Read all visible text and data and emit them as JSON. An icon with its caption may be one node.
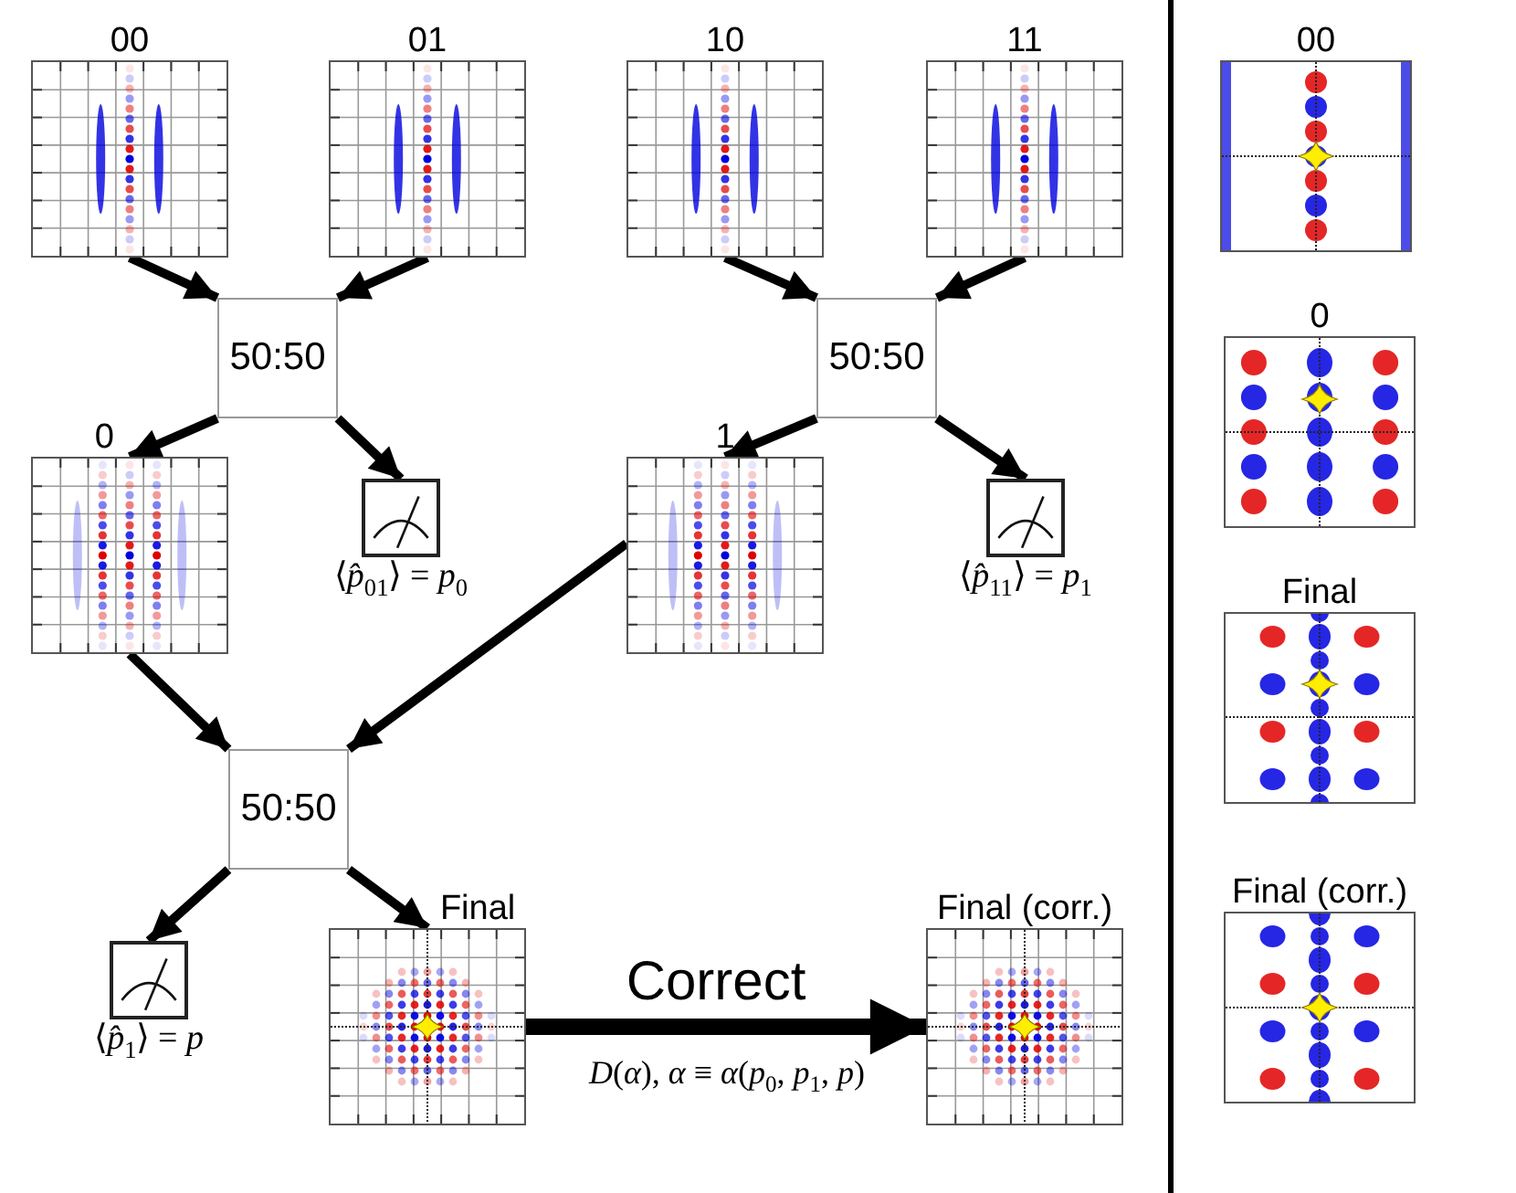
{
  "diagram": {
    "nodes": [
      {
        "text": [
          "00"
        ]
      },
      {
        "text": [
          "01"
        ]
      },
      {
        "text": [
          "10"
        ]
      },
      {
        "text": [
          "11"
        ]
      },
      {
        "text": [
          "50:50"
        ]
      },
      {
        "text": [
          "50:50"
        ]
      },
      {
        "text": [
          "0"
        ]
      },
      {
        "text": [
          "⟨*p̂*$_{01}$⟩ = *p*$_{0}$"
        ]
      },
      {
        "text": [
          "1"
        ]
      },
      {
        "text": [
          "⟨*p̂*$_{11}$⟩ = *p*$_{1}$"
        ]
      },
      {
        "text": [
          "50:50"
        ]
      },
      {
        "text": [
          "⟨*p̂*$_{1}$⟩ = *p*"
        ]
      },
      {
        "text": [
          "Final"
        ]
      },
      {
        "text": [
          "Final (corr.)"
        ]
      },
      {
        "text": [
          "00"
        ]
      },
      {
        "text": [
          "0"
        ]
      },
      {
        "text": [
          "Final"
        ]
      },
      {
        "text": [
          "Final (corr.)"
        ]
      }
    ],
    "edges": [
      {
        "from": 0,
        "to": 4,
        "arrow": "to"
      },
      {
        "from": 1,
        "to": 4,
        "arrow": "to"
      },
      {
        "from": 2,
        "to": 5,
        "arrow": "to"
      },
      {
        "from": 3,
        "to": 5,
        "arrow": "to"
      },
      {
        "from": 4,
        "to": 6,
        "arrow": "to"
      },
      {
        "from": 4,
        "to": 7,
        "arrow": "to"
      },
      {
        "from": 5,
        "to": 8,
        "arrow": "to"
      },
      {
        "from": 5,
        "to": 9,
        "arrow": "to"
      },
      {
        "from": 6,
        "to": 10,
        "arrow": "to"
      },
      {
        "from": 8,
        "to": 10,
        "arrow": "to"
      },
      {
        "from": 10,
        "to": 11,
        "arrow": "to"
      },
      {
        "from": 10,
        "to": 12,
        "arrow": "to"
      },
      {
        "from": 12,
        "to": 13,
        "arrow": "to",
        "label": "Correct",
        "style": "thick"
      }
    ],
    "labels": [
      "*D*(*α*), *α* ≡ *α*(*p*$_{0}$, *p*$_{1}$, *p*)"
    ]
  }
}
